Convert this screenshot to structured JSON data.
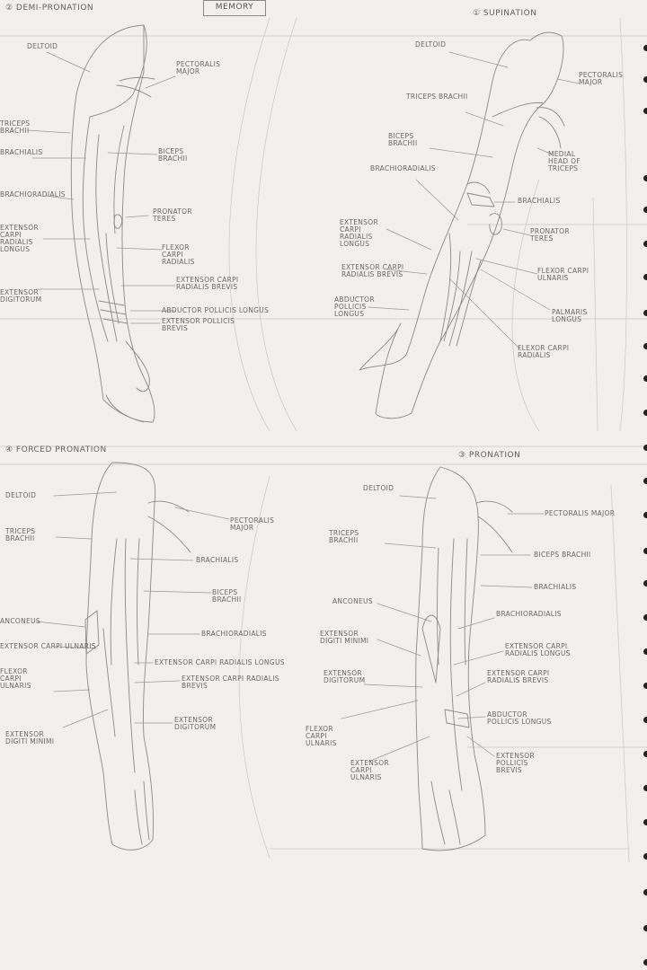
{
  "header": {
    "memory_label": "MEMORY"
  },
  "colors": {
    "paper": "#f1f0ee",
    "pencil": "#7a7a7a",
    "spiral_hole": "#222222"
  },
  "panels": {
    "demi": {
      "title": "② DEMI-PRONATION",
      "labels": {
        "deltoid": "DELTOID",
        "pect_major": "PECTORALIS MAJOR",
        "triceps": "TRICEPS BRACHII",
        "brachialis": "BRACHIALIS",
        "biceps": "BICEPS BRACHII",
        "brachioradialis": "BRACHIORADIALIS",
        "pronator": "PRONATOR TERES",
        "ecrl": "EXTENSOR CARPI RADIALIS LONGUS",
        "fcr": "FLEXOR CARPI RADIALIS",
        "ecrb": "EXTENSOR CARPI RADIALIS BREVIS",
        "ext_dig": "EXTENSOR DIGITORUM",
        "apl": "ABDUCTOR POLLICIS LONGUS",
        "epb": "EXTENSOR POLLICIS BREVIS"
      }
    },
    "supination": {
      "title": "① SUPINATION",
      "labels": {
        "deltoid": "DELTOID",
        "pect_major": "PECTORALIS MAJOR",
        "triceps": "TRICEPS BRACHII",
        "biceps": "BICEPS BRACHII",
        "medial_head": "MEDIAL HEAD OF TRICEPS",
        "brachioradialis": "BRACHIORADIALIS",
        "brachialis": "BRACHIALIS",
        "ecrl": "EXTENSOR CARPI RADIALIS LONGUS",
        "pronator": "PRONATOR TERES",
        "ecrb": "EXTENSOR CARPI RADIALIS BREVIS",
        "fcu": "FLEXOR CARPI ULNARIS",
        "apl": "ABDUCTOR POLLICIS LONGUS",
        "palmaris": "PALMARIS LONGUS",
        "fcr": "FLEXOR CARPI RADIALIS"
      }
    },
    "forced": {
      "title": "④ FORCED PRONATION",
      "labels": {
        "deltoid": "DELTOID",
        "pect_major": "PECTORALIS MAJOR",
        "triceps": "TRICEPS BRACHII",
        "brachialis": "BRACHIALIS",
        "biceps": "BICEPS BRACHII",
        "anconeus": "ANCONEUS",
        "brachioradialis": "BRACHIORADIALIS",
        "ecu": "EXTENSOR CARPI ULNARIS",
        "ecrl": "EXTENSOR CARPI RADIALIS LONGUS",
        "ecrb": "EXTENSOR CARPI RADIALIS BREVIS",
        "fcu": "FLEXOR CARPI ULNARIS",
        "edm": "EXTENSOR DIGITI MINIMI",
        "ext_dig": "EXTENSOR DIGITORUM"
      }
    },
    "pronation": {
      "title": "③ PRONATION",
      "labels": {
        "deltoid": "DELTOID",
        "pect_major": "PECTORALIS MAJOR",
        "triceps": "TRICEPS BRACHII",
        "biceps": "BICEPS BRACHII",
        "brachialis": "BRACHIALIS",
        "anconeus": "ANCONEUS",
        "brachioradialis": "BRACHIORADIALIS",
        "edm": "EXTENSOR DIGITI MINIMI",
        "ecrl": "EXTENSOR CARPI RADIALIS LONGUS",
        "ext_dig": "EXTENSOR DIGITORUM",
        "ecrb": "EXTENSOR CARPI RADIALIS BREVIS",
        "apl": "ABDUCTOR POLLICIS LONGUS",
        "fcu": "FLEXOR CARPI ULNARIS",
        "epb": "EXTENSOR POLLICIS BREVIS",
        "ecu": "EXTENSOR CARPI ULNARIS"
      }
    }
  }
}
